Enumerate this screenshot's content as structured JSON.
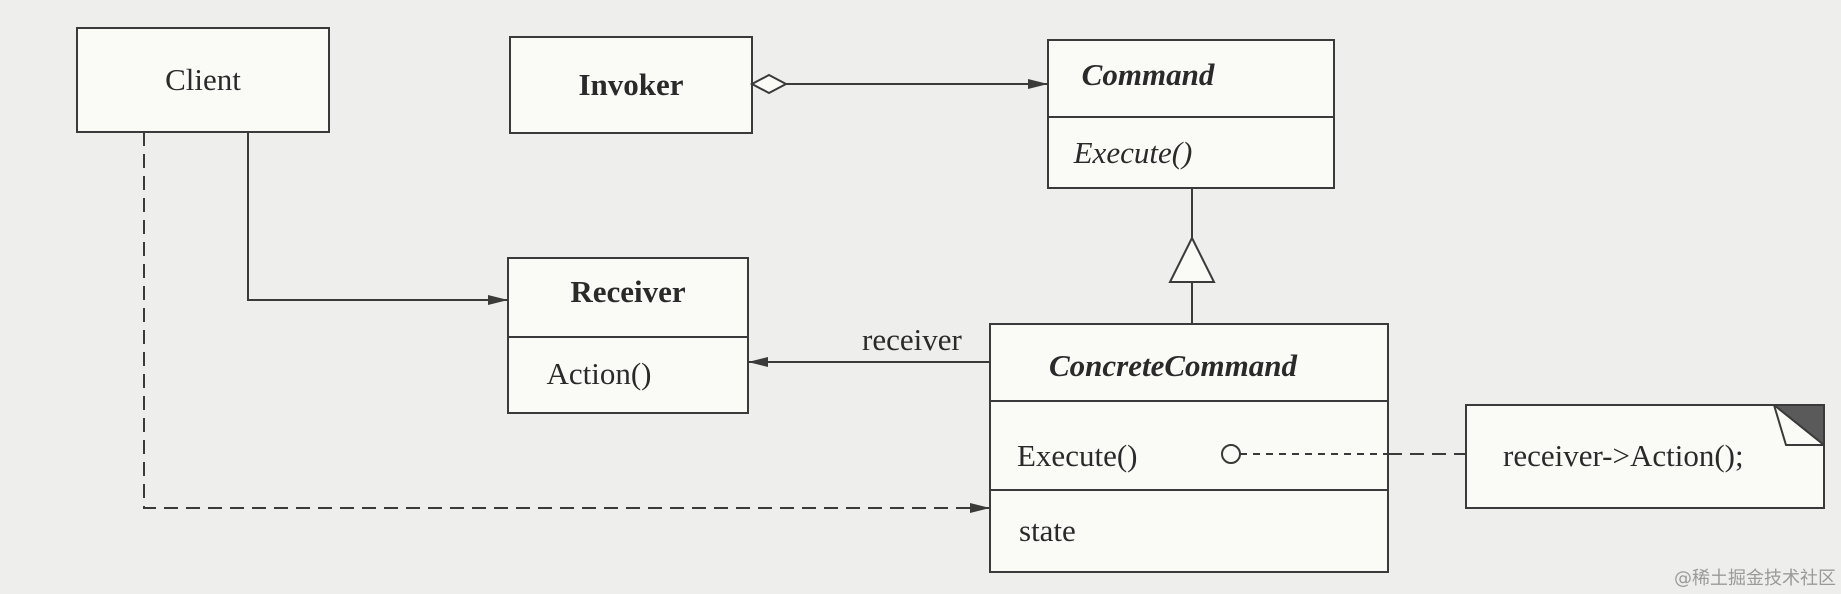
{
  "classes": {
    "client": {
      "name": "Client"
    },
    "invoker": {
      "name": "Invoker"
    },
    "command": {
      "name": "Command",
      "operation": "Execute()"
    },
    "receiver": {
      "name": "Receiver",
      "operation": "Action()"
    },
    "concrete_command": {
      "name": "ConcreteCommand",
      "operation": "Execute()",
      "attribute": "state"
    }
  },
  "association_label": "receiver",
  "note": {
    "text": "receiver->Action();"
  },
  "watermark": "@稀土掘金技术社区"
}
